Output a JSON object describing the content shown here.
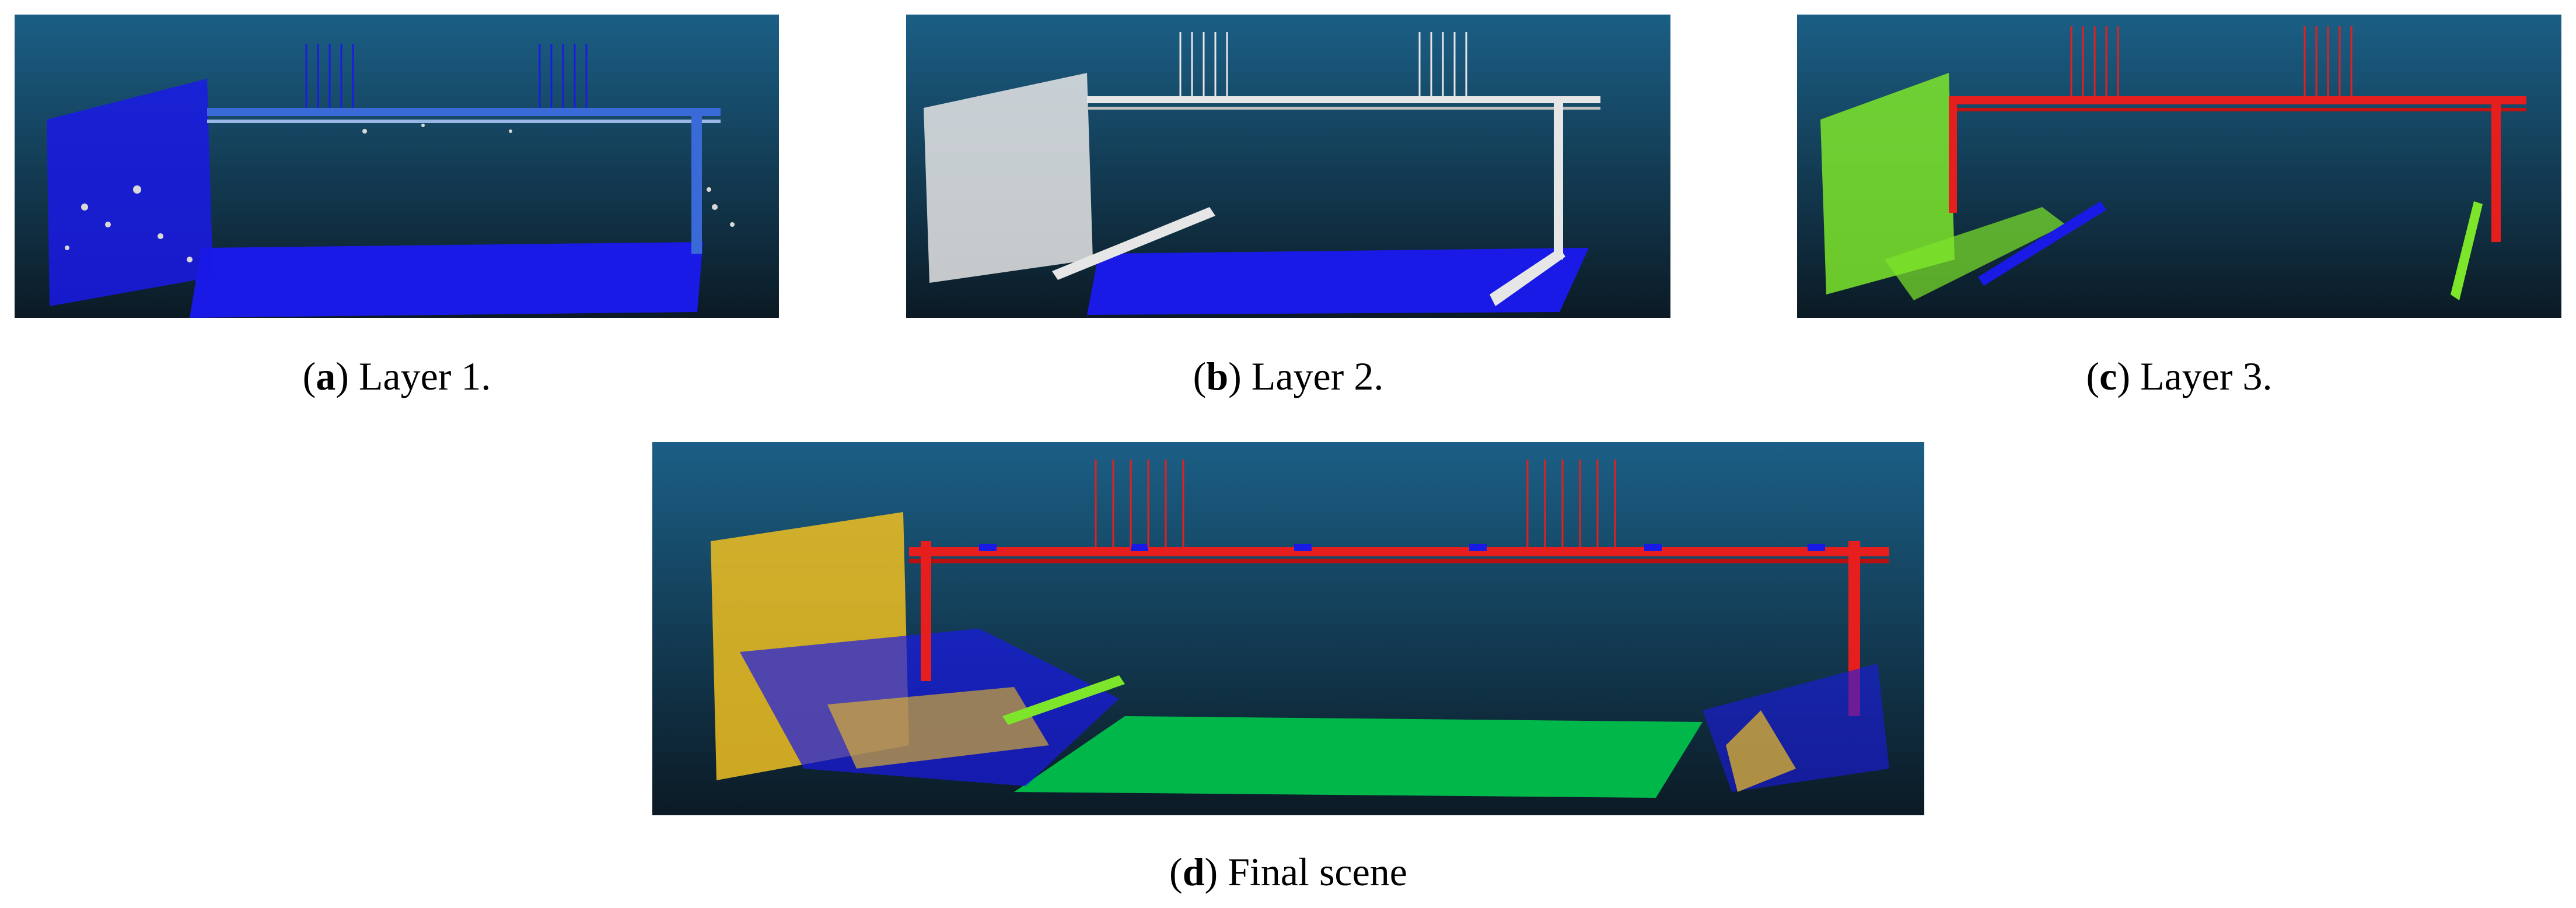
{
  "figure": {
    "panels": [
      {
        "id": "a",
        "label": "a",
        "caption_text": ") Layer 1.",
        "colors": {
          "layer_1": "#1a1ae6",
          "noise": "#d8d8d8"
        }
      },
      {
        "id": "b",
        "label": "b",
        "caption_text": ") Layer 2.",
        "colors": {
          "layer_1": "#1a1ae6",
          "layer_2": "#e6e6e6"
        }
      },
      {
        "id": "c",
        "label": "c",
        "caption_text": ") Layer 3.",
        "colors": {
          "vegetation": "#7ee62a",
          "structure": "#e61e1e",
          "ground_edge": "#1a1ae6"
        }
      },
      {
        "id": "d",
        "label": "d",
        "caption_text": ") Final scene",
        "colors": {
          "ground": "#00b84a",
          "wall": "#f0c020",
          "structure": "#e61e1e",
          "vegetation": "#7ee62a",
          "other": "#1a1ae6"
        }
      }
    ],
    "background": {
      "top": "#1b5f86",
      "bottom": "#0b1a24"
    }
  }
}
